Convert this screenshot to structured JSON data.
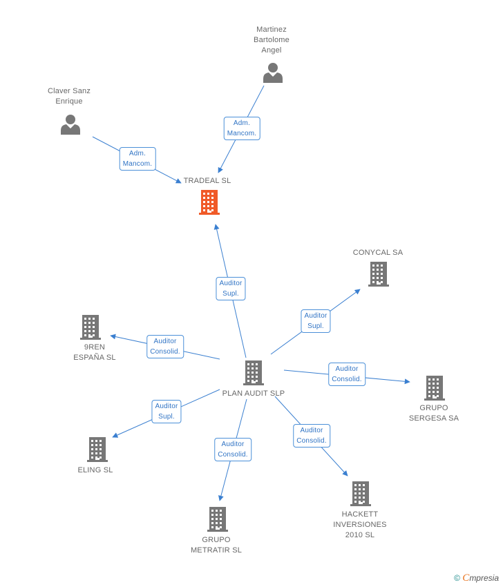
{
  "colors": {
    "edge": "#3a7fd0",
    "person": "#777777",
    "company": "#777777",
    "focus": "#f05a28"
  },
  "nodes": [
    {
      "id": "martinez",
      "kind": "person",
      "label": "Martinez\nBartolome\nAngel",
      "icon": "person-icon"
    },
    {
      "id": "claver",
      "kind": "person",
      "label": "Claver Sanz\nEnrique",
      "icon": "person-icon"
    },
    {
      "id": "tradeal",
      "kind": "focus",
      "label": "TRADEAL SL",
      "icon": "building-icon"
    },
    {
      "id": "conycal",
      "kind": "company",
      "label": "CONYCAL SA",
      "icon": "building-icon"
    },
    {
      "id": "9ren",
      "kind": "company",
      "label": "9REN\nESPAÑA SL",
      "icon": "building-icon"
    },
    {
      "id": "plan",
      "kind": "company",
      "label": "PLAN AUDIT  SLP",
      "icon": "building-icon"
    },
    {
      "id": "sergesa",
      "kind": "company",
      "label": "GRUPO\nSERGESA SA",
      "icon": "building-icon"
    },
    {
      "id": "eling",
      "kind": "company",
      "label": "ELING SL",
      "icon": "building-icon"
    },
    {
      "id": "metratir",
      "kind": "company",
      "label": "GRUPO\nMETRATIR SL",
      "icon": "building-icon"
    },
    {
      "id": "hackett",
      "kind": "company",
      "label": "HACKETT\nINVERSIONES\n2010 SL",
      "icon": "building-icon"
    }
  ],
  "edges": [
    {
      "from": "martinez",
      "to": "tradeal",
      "label": "Adm.\nMancom."
    },
    {
      "from": "claver",
      "to": "tradeal",
      "label": "Adm.\nMancom."
    },
    {
      "from": "plan",
      "to": "tradeal",
      "label": "Auditor\nSupl."
    },
    {
      "from": "plan",
      "to": "conycal",
      "label": "Auditor\nSupl."
    },
    {
      "from": "plan",
      "to": "9ren",
      "label": "Auditor\nConsolid."
    },
    {
      "from": "plan",
      "to": "sergesa",
      "label": "Auditor\nConsolid."
    },
    {
      "from": "plan",
      "to": "eling",
      "label": "Auditor\nSupl."
    },
    {
      "from": "plan",
      "to": "metratir",
      "label": "Auditor\nConsolid."
    },
    {
      "from": "plan",
      "to": "hackett",
      "label": "Auditor\nConsolid."
    }
  ],
  "brand": {
    "copyright": "©",
    "initial": "C",
    "rest": "mpresia"
  }
}
